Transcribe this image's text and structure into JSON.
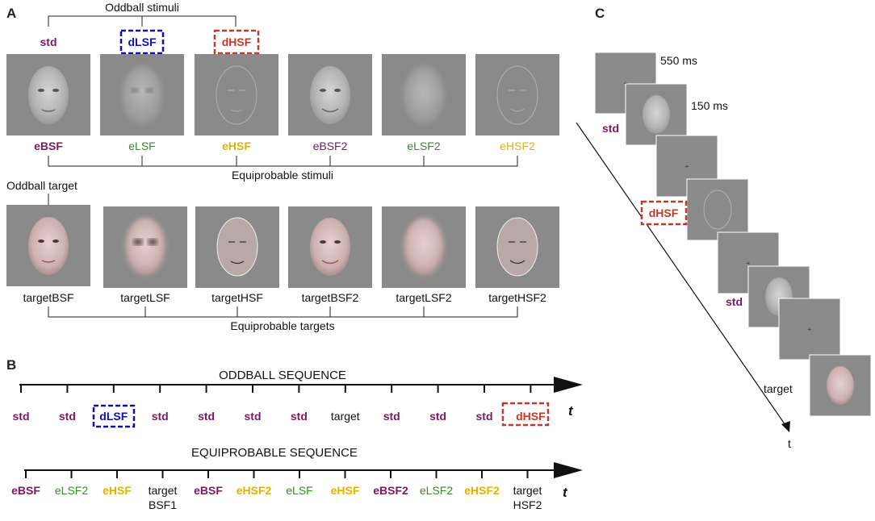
{
  "panels": {
    "a": "A",
    "b": "B",
    "c": "C"
  },
  "panel_a": {
    "oddball_stimuli_label": "Oddball stimuli",
    "top_labels": [
      {
        "text": "std",
        "color": "std"
      },
      {
        "text": "dLSF",
        "color": "blue",
        "boxed": true
      },
      {
        "text": "dHSF",
        "color": "red",
        "boxed": true
      }
    ],
    "row1_labels": [
      {
        "text": "eBSF",
        "color": "std"
      },
      {
        "text": "eLSF",
        "color": "green"
      },
      {
        "text": "eHSF",
        "color": "yellow"
      },
      {
        "text": "eBSF2",
        "color": "std"
      },
      {
        "text": "eLSF2",
        "color": "green"
      },
      {
        "text": "eHSF2",
        "color": "yellow"
      }
    ],
    "equiprobable_stimuli_label": "Equiprobable stimuli",
    "oddball_target_label": "Oddball target",
    "row2_labels": [
      "targetBSF",
      "targetLSF",
      "targetHSF",
      "targetBSF2",
      "targetLSF2",
      "targetHSF2"
    ],
    "equiprobable_targets_label": "Equiprobable targets"
  },
  "panel_b": {
    "oddball_title": "ODDBALL SEQUENCE",
    "oddball_items": [
      {
        "text": "std",
        "color": "std"
      },
      {
        "text": "std",
        "color": "std"
      },
      {
        "text": "dLSF",
        "color": "blue",
        "boxed": true
      },
      {
        "text": "std",
        "color": "std"
      },
      {
        "text": "std",
        "color": "std"
      },
      {
        "text": "std",
        "color": "std"
      },
      {
        "text": "std",
        "color": "std"
      },
      {
        "text": "target",
        "color": "black"
      },
      {
        "text": "std",
        "color": "std"
      },
      {
        "text": "std",
        "color": "std"
      },
      {
        "text": "std",
        "color": "std"
      },
      {
        "text": "dHSF",
        "color": "red",
        "boxed": true
      }
    ],
    "axis_label": "t",
    "equi_title": "EQUIPROBABLE SEQUENCE",
    "equi_items": [
      {
        "text": "eBSF",
        "color": "std"
      },
      {
        "text": "eLSF2",
        "color": "green"
      },
      {
        "text": "eHSF",
        "color": "yellow"
      },
      {
        "text": "target",
        "sub": "BSF1",
        "color": "black"
      },
      {
        "text": "eBSF",
        "color": "std"
      },
      {
        "text": "eHSF2",
        "color": "yellow"
      },
      {
        "text": "eLSF",
        "color": "green"
      },
      {
        "text": "eHSF",
        "color": "yellow"
      },
      {
        "text": "eBSF2",
        "color": "std"
      },
      {
        "text": "eLSF2",
        "color": "green"
      },
      {
        "text": "eHSF2",
        "color": "yellow"
      },
      {
        "text": "target",
        "sub": "HSF2",
        "color": "black"
      }
    ]
  },
  "panel_c": {
    "durations": [
      "550 ms",
      "150 ms"
    ],
    "labels": [
      {
        "text": "std",
        "color": "std"
      },
      {
        "text": "dHSF",
        "color": "red",
        "boxed": true
      },
      {
        "text": "std",
        "color": "std"
      },
      {
        "text": "target",
        "color": "black"
      }
    ],
    "time_label": "t"
  },
  "colors": {
    "std": "#7a1a5e",
    "green": "#3a8a2a",
    "yellow": "#e6b000",
    "blue": "#1010b0",
    "red": "#c0392b",
    "black": "#111111"
  }
}
